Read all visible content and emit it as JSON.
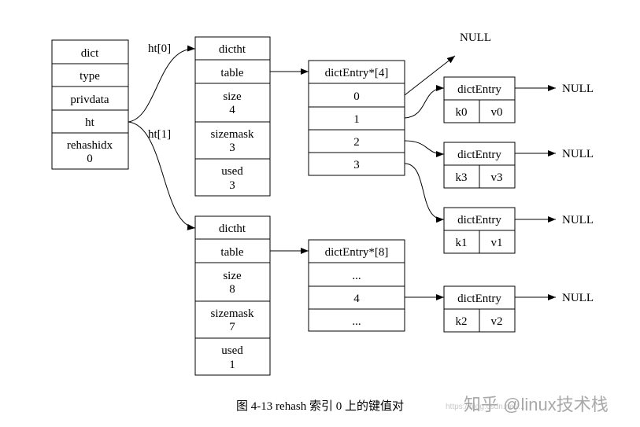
{
  "dict": {
    "title": "dict",
    "fields": [
      "type",
      "privdata",
      "ht",
      [
        "rehashidx",
        "0"
      ]
    ]
  },
  "ht0": {
    "title": "dictht",
    "fields": [
      "table",
      [
        "size",
        "4"
      ],
      [
        "sizemask",
        "3"
      ],
      [
        "used",
        "3"
      ]
    ]
  },
  "ht1": {
    "title": "dictht",
    "fields": [
      "table",
      [
        "size",
        "8"
      ],
      [
        "sizemask",
        "7"
      ],
      [
        "used",
        "1"
      ]
    ]
  },
  "table4": {
    "title": "dictEntry*[4]",
    "slots": [
      "0",
      "1",
      "2",
      "3"
    ]
  },
  "table8": {
    "title": "dictEntry*[8]",
    "slots": [
      "...",
      "4",
      "..."
    ]
  },
  "entries": [
    {
      "title": "dictEntry",
      "key": "k0",
      "value": "v0",
      "next": "NULL"
    },
    {
      "title": "dictEntry",
      "key": "k3",
      "value": "v3",
      "next": "NULL"
    },
    {
      "title": "dictEntry",
      "key": "k1",
      "value": "v1",
      "next": "NULL"
    },
    {
      "title": "dictEntry",
      "key": "k2",
      "value": "v2",
      "next": "NULL"
    }
  ],
  "labels": {
    "ht0": "ht[0]",
    "ht1": "ht[1]",
    "slot0_null": "NULL"
  },
  "caption": "图 4-13    rehash 索引 0 上的键值对",
  "watermark": "知乎 @linux技术栈",
  "watermark_faint": "https://blog.csdn.net/..."
}
